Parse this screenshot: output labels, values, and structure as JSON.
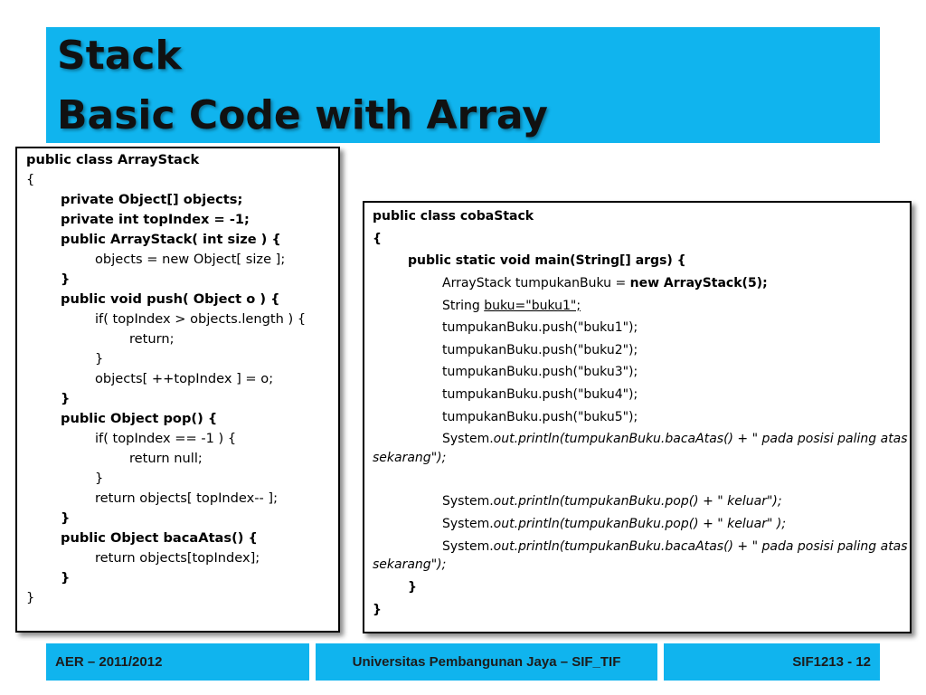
{
  "title": {
    "line1": "Stack",
    "line2": "Basic Code with Array"
  },
  "left_code": {
    "l01": "public class ArrayStack",
    "l02": "{",
    "l03": "private Object[] objects;",
    "l04": "private int topIndex = -1;",
    "l05": "public ArrayStack( int size ) {",
    "l06": "objects = new Object[ size ];",
    "l07": "}",
    "l08": "public void push( Object o ) {",
    "l09": "if( topIndex > objects.length ) {",
    "l10": "return;",
    "l11": "}",
    "l12": "objects[ ++topIndex ] = o;",
    "l13": "}",
    "l14": "public Object pop() {",
    "l15": "if( topIndex == -1 ) {",
    "l16": "return null;",
    "l17": "}",
    "l18": "return objects[ topIndex-- ];",
    "l19": "}",
    "l20": "public Object bacaAtas() {",
    "l21": "return objects[topIndex];",
    "l22": "}",
    "l23": "}"
  },
  "right_code": {
    "r01": "public class cobaStack",
    "r02": "{",
    "r03": "public static void main(String[] args) {",
    "r04a": "ArrayStack tumpukanBuku = ",
    "r04b": "new ArrayStack(5);",
    "r05a": "String ",
    "r05b": "buku=\"buku1\";",
    "r06": "tumpukanBuku.push(\"buku1\");",
    "r07": "tumpukanBuku.push(\"buku2\");",
    "r08": "tumpukanBuku.push(\"buku3\");",
    "r09": "tumpukanBuku.push(\"buku4\");",
    "r10": "tumpukanBuku.push(\"buku5\");",
    "r11a": "System.",
    "r11b": "out.println(tumpukanBuku.bacaAtas() + \" pada posisi paling atas",
    "r11c": "sekarang\");",
    "r12a": "System.",
    "r12b": "out.println(tumpukanBuku.pop() + \" keluar\");",
    "r13a": "System.",
    "r13b": "out.println(tumpukanBuku.pop() + \" keluar\" );",
    "r14a": "System.",
    "r14b": "out.println(tumpukanBuku.bacaAtas() + \" pada posisi paling atas",
    "r14c": "sekarang\");",
    "r15": "}",
    "r16": "}"
  },
  "footer": {
    "left": "AER – 2011/2012",
    "center": "Universitas Pembangunan Jaya – SIF_TIF",
    "right": "SIF1213 - 12"
  }
}
